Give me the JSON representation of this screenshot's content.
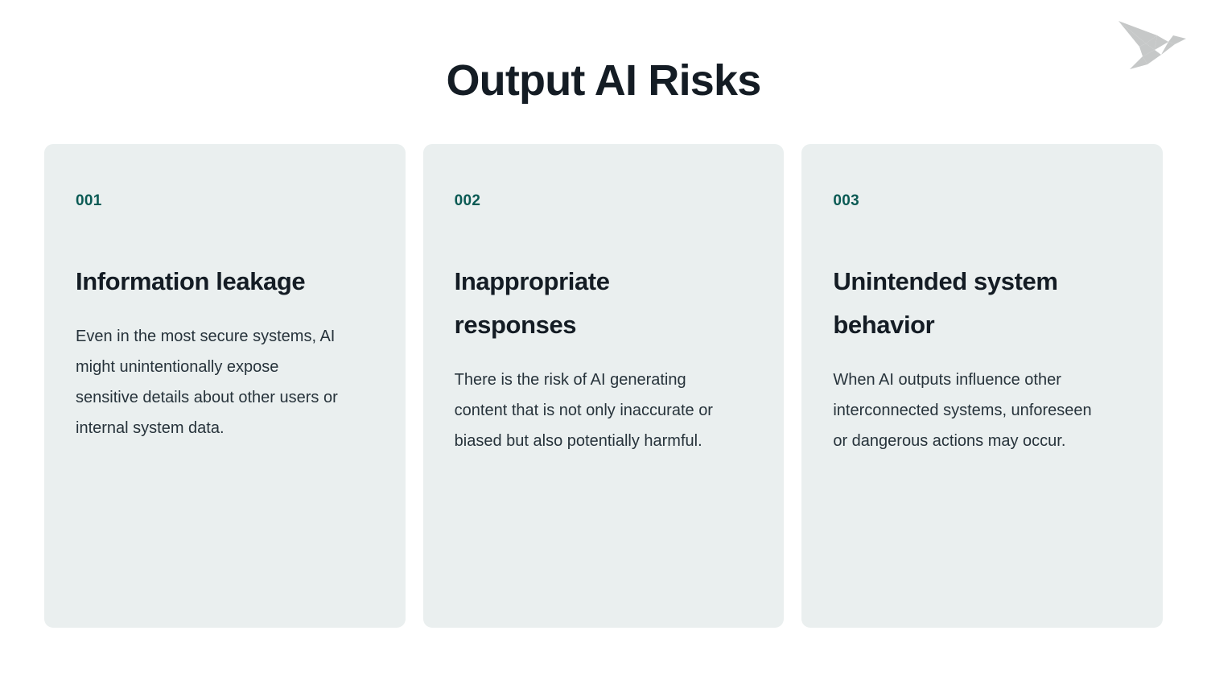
{
  "page": {
    "title": "Output AI Risks",
    "background_color": "#ffffff"
  },
  "logo": {
    "name": "origami-bird-logo",
    "color": "#c6c8c8"
  },
  "theme": {
    "card_background": "#eaefef",
    "number_color": "#0a5a54",
    "heading_color": "#141c24",
    "body_color": "#27333b"
  },
  "cards": [
    {
      "number": "001",
      "heading": "Information leakage",
      "body": "Even in the most secure systems, AI might unintentionally expose sensitive details about other users or internal system data."
    },
    {
      "number": "002",
      "heading": "Inappropriate responses",
      "body": "There is the risk of AI generating content that is not only inaccurate or biased but also potentially harmful."
    },
    {
      "number": "003",
      "heading": "Unintended system behavior",
      "body": "When AI outputs influence other interconnected systems, unforeseen or dangerous actions may occur."
    }
  ]
}
